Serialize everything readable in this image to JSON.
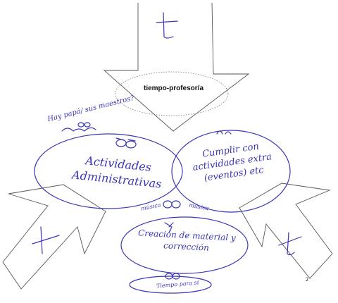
{
  "diagram": {
    "center_label": "tiempo-profesor/a",
    "arrow_top_label": "t",
    "arrow_left_label": "t",
    "arrow_right_label": "t",
    "question_note": "Hay papá/ sus maestros?",
    "circles": {
      "left": "Actividades Administrativas",
      "right": "Cumplir con actividades extra (eventos) etc",
      "bottom": "Creación de material y corrección"
    },
    "bubbles": {
      "musica": "música",
      "musica2": "música",
      "tiempo_para_si": "Tiempo para sí"
    },
    "page_number": "2"
  },
  "colors": {
    "ink": "#3a36b8",
    "outline": "#555555"
  }
}
